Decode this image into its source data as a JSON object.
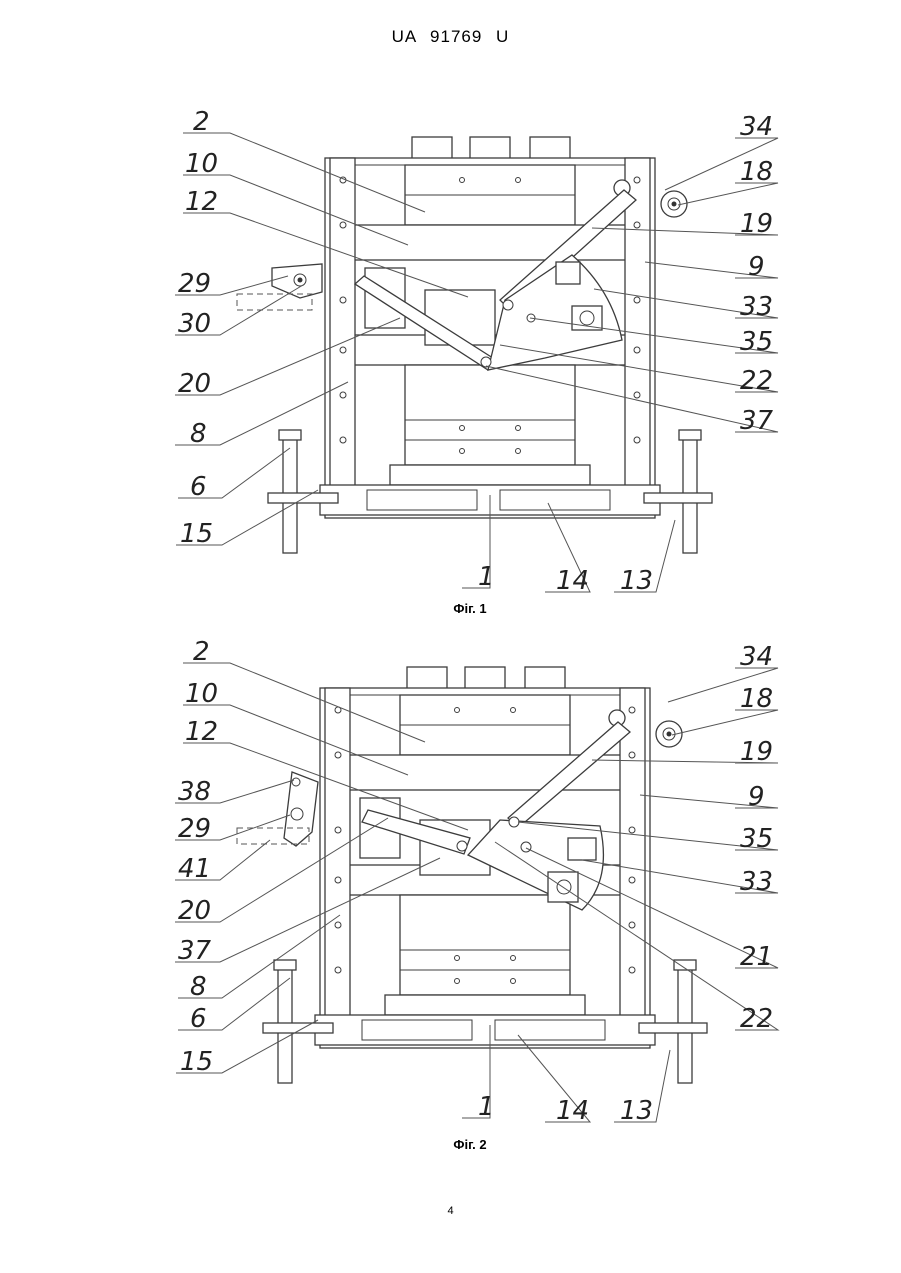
{
  "header": {
    "text": "UA  91769  U"
  },
  "figures": [
    {
      "caption": "Фіг. 1",
      "labels_left": [
        "2",
        "10",
        "12",
        "29",
        "30",
        "20",
        "8",
        "6",
        "15"
      ],
      "labels_right": [
        "34",
        "18",
        "19",
        "9",
        "33",
        "35",
        "22",
        "37"
      ],
      "labels_bottom": [
        "1",
        "14",
        "13"
      ]
    },
    {
      "caption": "Фіг. 2",
      "labels_left": [
        "2",
        "10",
        "12",
        "38",
        "29",
        "41",
        "20",
        "37",
        "8",
        "6",
        "15"
      ],
      "labels_right": [
        "34",
        "18",
        "19",
        "9",
        "35",
        "33",
        "21",
        "22"
      ],
      "labels_bottom": [
        "1",
        "14",
        "13"
      ]
    }
  ],
  "page_number": "4"
}
